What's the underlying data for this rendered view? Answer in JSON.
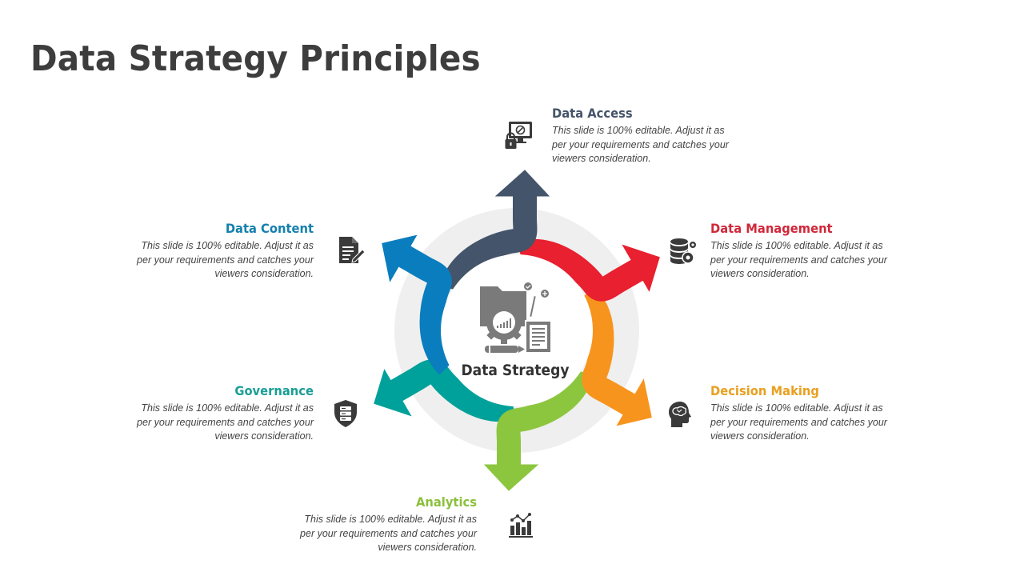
{
  "slide": {
    "title": "Data Strategy Principles"
  },
  "center": {
    "label": "Data Strategy",
    "icon": "data-strategy-icon"
  },
  "items": [
    {
      "key": "data-access",
      "heading": "Data Access",
      "color": "#44546a",
      "icon": "monitor-lock-icon",
      "desc": [
        "This slide is 100%  editable. Adjust it as",
        "per your requirements and catches your",
        "viewers consideration."
      ]
    },
    {
      "key": "data-management",
      "heading": "Data Management",
      "color": "#d0283a",
      "icon": "database-gear-icon",
      "desc": [
        "This slide is 100%  editable. Adjust it as",
        "per your requirements and catches your",
        "viewers consideration."
      ]
    },
    {
      "key": "decision-making",
      "heading": "Decision Making",
      "color": "#e8a020",
      "icon": "head-brain-icon",
      "desc": [
        "This slide is 100%  editable. Adjust it as",
        "per your requirements and catches your",
        "viewers consideration."
      ]
    },
    {
      "key": "analytics",
      "heading": "Analytics",
      "color": "#8bc03c",
      "icon": "chart-analytics-icon",
      "desc": [
        "This slide is 100%  editable. Adjust it as",
        "per your requirements and catches your",
        "viewers consideration."
      ]
    },
    {
      "key": "governance",
      "heading": "Governance",
      "color": "#1a9e96",
      "icon": "shield-server-icon",
      "desc": [
        "This slide is 100%  editable. Adjust it as",
        "per your requirements and catches your",
        "viewers consideration."
      ]
    },
    {
      "key": "data-content",
      "heading": "Data Content",
      "color": "#1580b0",
      "icon": "document-edit-icon",
      "desc": [
        "This slide is 100%  editable. Adjust it as",
        "per your requirements and catches your",
        "viewers consideration."
      ]
    }
  ],
  "arrow_colors": {
    "up": "#44546a",
    "upper_right": "#e8202f",
    "lower_right": "#f7941d",
    "down": "#8cc63f",
    "lower_left": "#00a19a",
    "upper_left": "#0a7dbe"
  },
  "ring_color": "#efefef",
  "icon_color": "#3a3a3a"
}
